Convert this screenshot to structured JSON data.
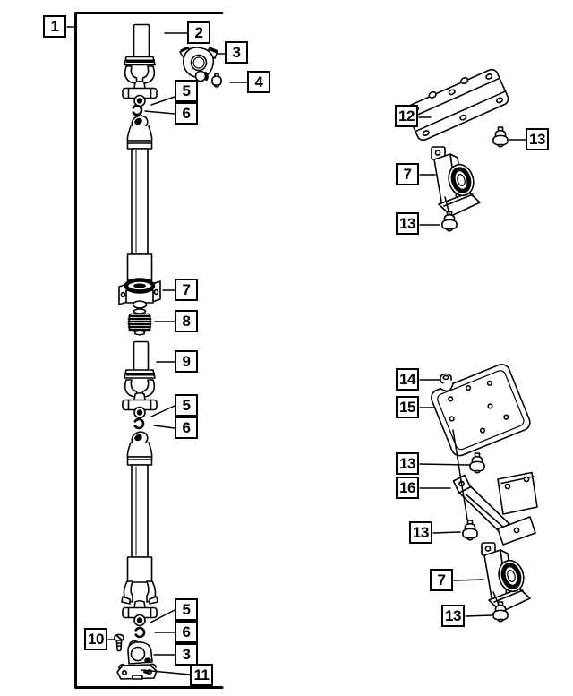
{
  "colors": {
    "line": "#000000",
    "background": "#ffffff"
  },
  "callouts": [
    {
      "label": "1"
    },
    {
      "label": "2"
    },
    {
      "label": "3"
    },
    {
      "label": "4"
    },
    {
      "label": "5"
    },
    {
      "label": "6"
    },
    {
      "label": "7"
    },
    {
      "label": "8"
    },
    {
      "label": "9"
    },
    {
      "label": "5"
    },
    {
      "label": "6"
    },
    {
      "label": "5"
    },
    {
      "label": "6"
    },
    {
      "label": "10"
    },
    {
      "label": "3"
    },
    {
      "label": "11"
    },
    {
      "label": "12"
    },
    {
      "label": "13"
    },
    {
      "label": "7"
    },
    {
      "label": "13"
    },
    {
      "label": "14"
    },
    {
      "label": "15"
    },
    {
      "label": "13"
    },
    {
      "label": "16"
    },
    {
      "label": "13"
    },
    {
      "label": "7"
    },
    {
      "label": "13"
    }
  ],
  "parts_drawn": [
    "drive-shaft-assembly-frame",
    "front-slip-yoke-shaft",
    "end-yoke",
    "yoke-bolt",
    "u-joint-cross",
    "snap-ring",
    "center-bearing",
    "spline-boot",
    "rear-stub-shaft",
    "shaft-tube-front",
    "shaft-tube-rear",
    "pinion-yoke",
    "companion-flange",
    "small-bolt",
    "mounting-plate-bracket",
    "flanged-bolt",
    "center-bearing-bracket",
    "nut",
    "support-plate",
    "support-bracket"
  ]
}
